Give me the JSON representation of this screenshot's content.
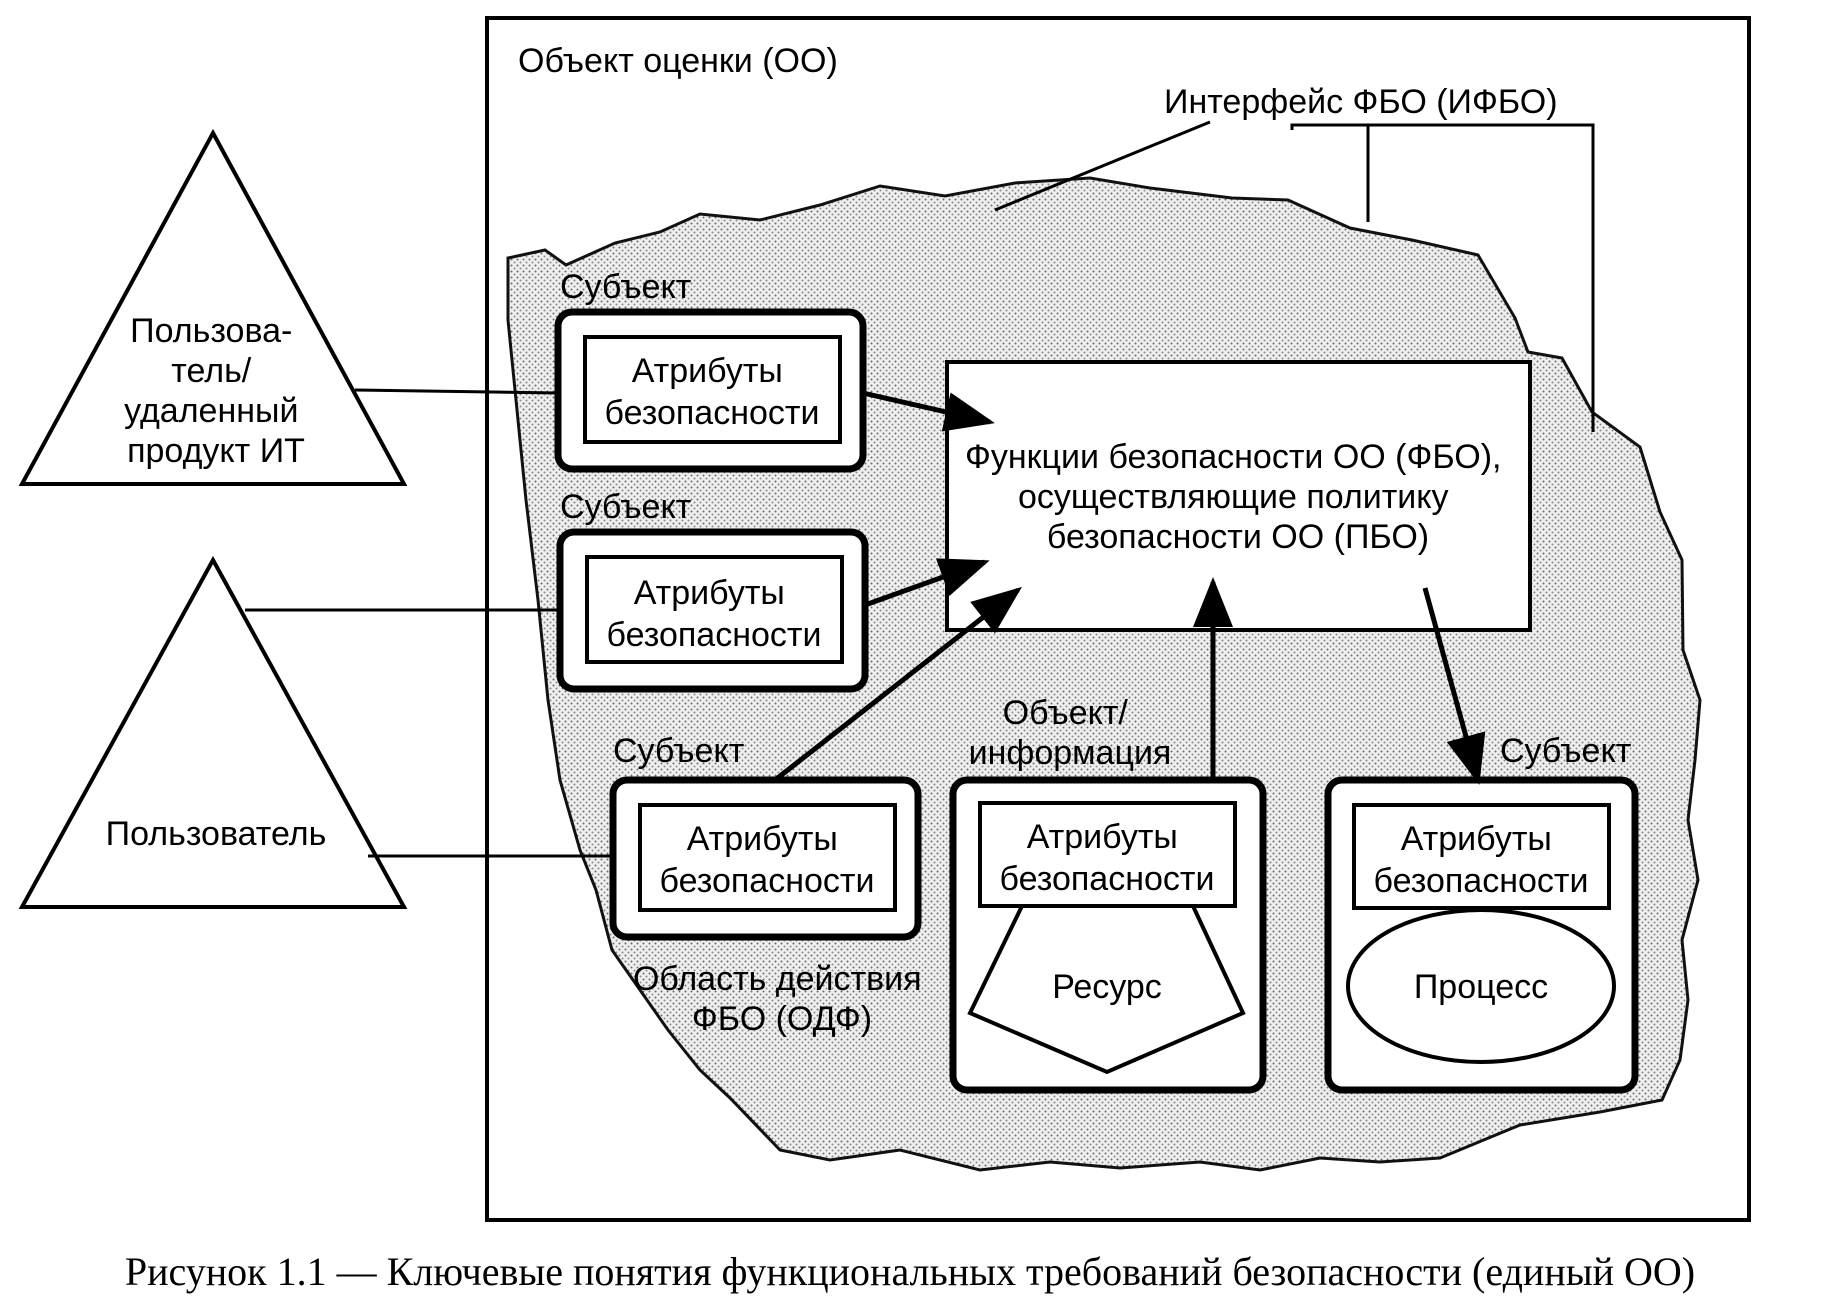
{
  "toe_title": "Объект оценки (ОО)",
  "tsfi_label": "Интерфейс ФБО (ИФБО)",
  "tsc_label": [
    "Область действия",
    "ФБО (ОДФ)"
  ],
  "tsf_box": [
    "Функции безопасности ОО (ФБО),",
    "осуществляющие политику",
    "безопасности ОО (ПБО)"
  ],
  "actors": {
    "remote_user": [
      "Пользова-",
      "тель/",
      "удаленный",
      "продукт ИТ"
    ],
    "user": "Пользователь"
  },
  "subject_label": "Субъект",
  "object_label": [
    "Объект/",
    "информация"
  ],
  "attributes_label": [
    "Атрибуты",
    "безопасности"
  ],
  "resource_label": "Ресурс",
  "process_label": "Процесс",
  "caption": "Рисунок 1.1 — Ключевые понятия функциональных требований безопасности (единый ОО)"
}
